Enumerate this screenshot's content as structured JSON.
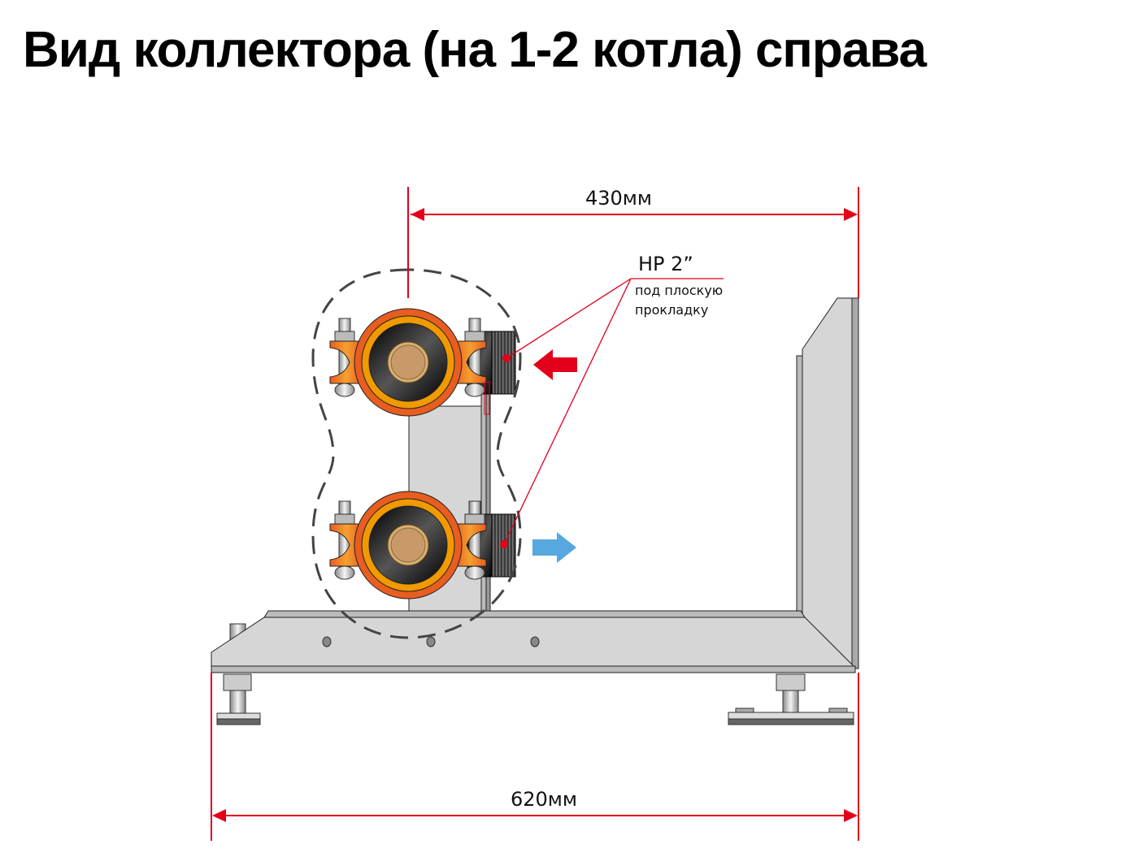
{
  "title": "Вид коллектора (на 1-2 котла) справа",
  "dimensions": {
    "top": "430мм",
    "bottom": "620мм"
  },
  "callout": {
    "thread": "HP 2”",
    "note_line1": "под плоскую",
    "note_line2": "прокладку"
  },
  "colors": {
    "dimension": "#e2001a",
    "supply_arrow": "#e2001a",
    "return_arrow": "#56a8df",
    "clamp_outer": "#e85d20",
    "clamp_inner": "#f09a00",
    "brass": "#c89a6a",
    "steel": "#d6d6d6"
  }
}
